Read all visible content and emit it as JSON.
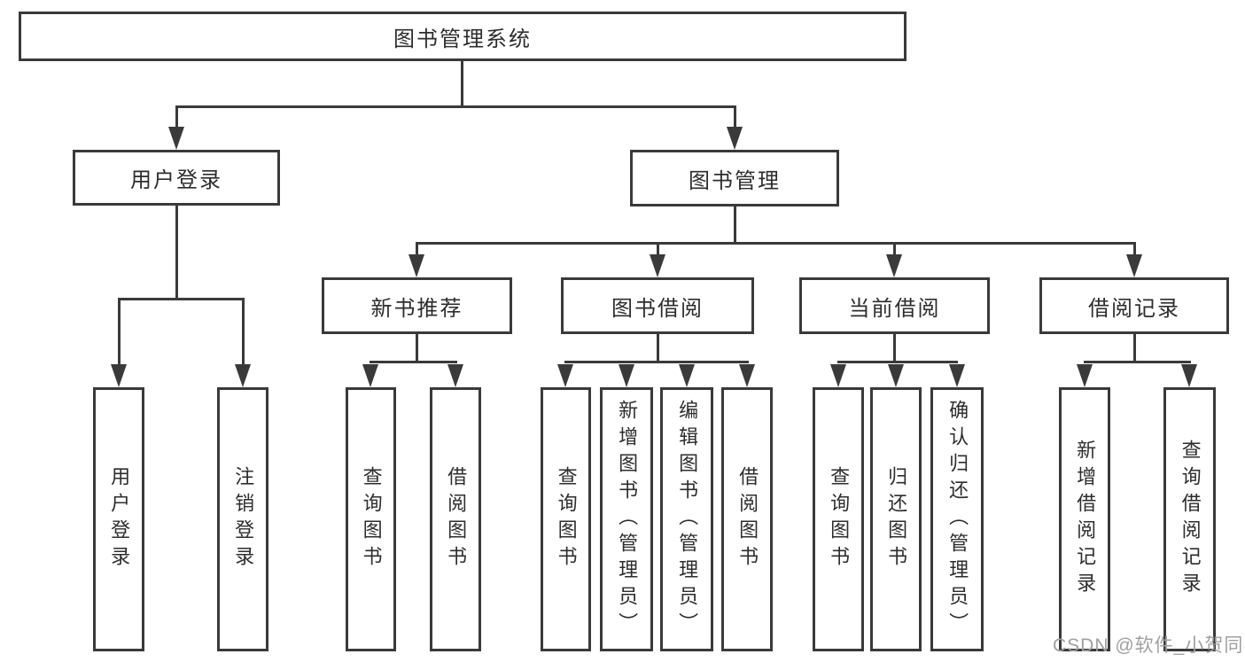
{
  "diagram": {
    "type": "hierarchy-tree",
    "root": {
      "label": "图书管理系统"
    },
    "level2": [
      {
        "label": "用户登录"
      },
      {
        "label": "图书管理"
      }
    ],
    "level3": [
      {
        "label": "新书推荐",
        "parent": "图书管理"
      },
      {
        "label": "图书借阅",
        "parent": "图书管理"
      },
      {
        "label": "当前借阅",
        "parent": "图书管理"
      },
      {
        "label": "借阅记录",
        "parent": "图书管理"
      }
    ],
    "leaves": [
      {
        "label": "用户登录",
        "parent": "用户登录"
      },
      {
        "label": "注销登录",
        "parent": "用户登录"
      },
      {
        "label": "查询图书",
        "parent": "新书推荐"
      },
      {
        "label": "借阅图书",
        "parent": "新书推荐"
      },
      {
        "label": "查询图书",
        "parent": "图书借阅"
      },
      {
        "label": "新增图书（管理员）",
        "parent": "图书借阅"
      },
      {
        "label": "编辑图书（管理员）",
        "parent": "图书借阅"
      },
      {
        "label": "借阅图书",
        "parent": "图书借阅"
      },
      {
        "label": "查询图书",
        "parent": "当前借阅"
      },
      {
        "label": "归还图书",
        "parent": "当前借阅"
      },
      {
        "label": "确认归还（管理员）",
        "parent": "当前借阅"
      },
      {
        "label": "新增借阅记录",
        "parent": "借阅记录"
      },
      {
        "label": "查询借阅记录",
        "parent": "借阅记录"
      }
    ]
  },
  "watermark": {
    "text": "CSDN @软件_小贺同学"
  },
  "colors": {
    "line": "#3a3a3a",
    "text": "#2d2d2d",
    "watermark": "#a0a0a0",
    "background": "#ffffff"
  }
}
